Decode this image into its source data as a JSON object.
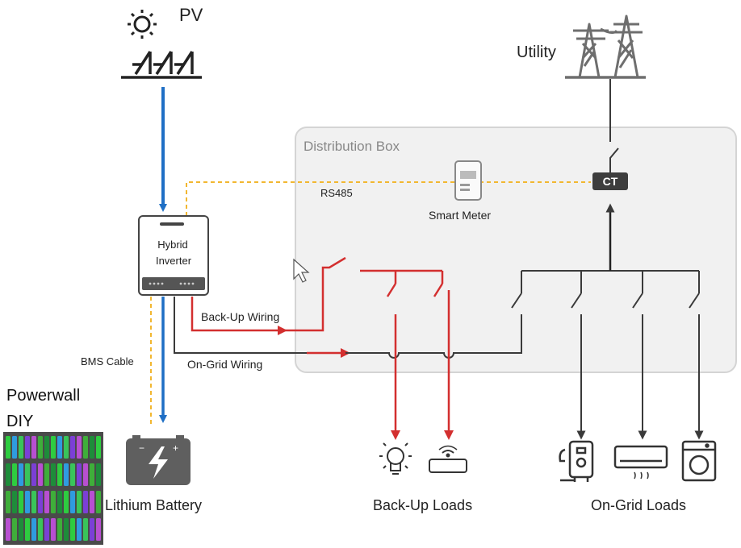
{
  "labels": {
    "pv": "PV",
    "utility": "Utility",
    "distribution_box": "Distribution Box",
    "rs485": "RS485",
    "smart_meter": "Smart Meter",
    "inverter_line1": "Hybrid",
    "inverter_line2": "Inverter",
    "ct": "CT",
    "backup_wiring": "Back-Up  Wiring",
    "ongrid_wiring": "On-Grid Wiring",
    "bms_cable": "BMS  Cable",
    "powerwall": "Powerwall",
    "diy": "DIY",
    "lithium_battery": "Lithium Battery",
    "backup_loads": "Back-Up Loads",
    "ongrid_loads": "On-Grid Loads"
  },
  "colors": {
    "dc_flow": "#1f6fc5",
    "backup_flow": "#d32f2f",
    "data_cable": "#f2b731",
    "grid_wire": "#3a3a3a",
    "box_fill": "#f1f1f1",
    "box_stroke": "#d4d4d4",
    "icon_gray": "#6e6e6e"
  },
  "icons": [
    "sun-icon",
    "solar-panel-icon",
    "transmission-tower-icon",
    "smart-meter-icon",
    "hybrid-inverter-icon",
    "battery-icon",
    "light-bulb-icon",
    "wifi-router-icon",
    "water-heater-icon",
    "air-conditioner-icon",
    "washing-machine-icon",
    "powerwall-photo",
    "cursor-icon"
  ]
}
